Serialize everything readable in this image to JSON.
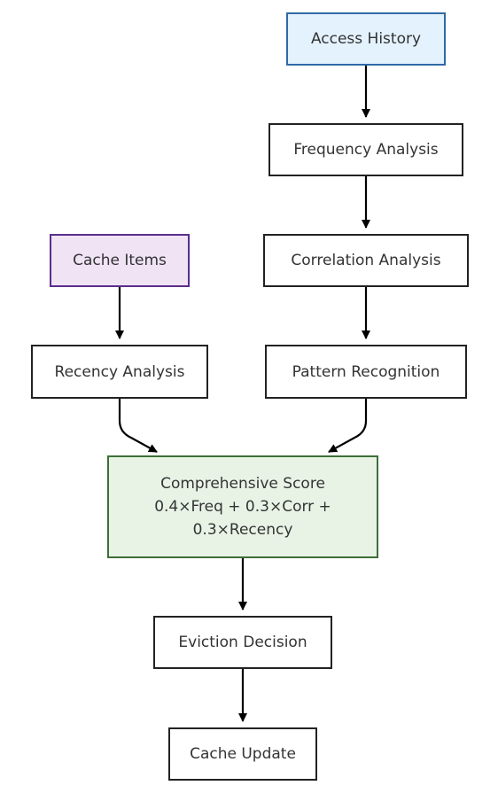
{
  "nodes": {
    "access_history": "Access History",
    "frequency_analysis": "Frequency Analysis",
    "correlation_analysis": "Correlation Analysis",
    "pattern_recognition": "Pattern Recognition",
    "cache_items": "Cache Items",
    "recency_analysis": "Recency Analysis",
    "score_line1": "Comprehensive Score",
    "score_line2": "0.4×Freq + 0.3×Corr +",
    "score_line3": "0.3×Recency",
    "eviction_decision": "Eviction Decision",
    "cache_update": "Cache Update"
  },
  "colors": {
    "access_fill": "#e3f2fd",
    "access_border": "#2f6aa6",
    "items_fill": "#efe3f4",
    "items_border": "#5b2d8c",
    "score_fill": "#e8f3e6",
    "score_border": "#3d6f37",
    "default_border": "#222222"
  }
}
